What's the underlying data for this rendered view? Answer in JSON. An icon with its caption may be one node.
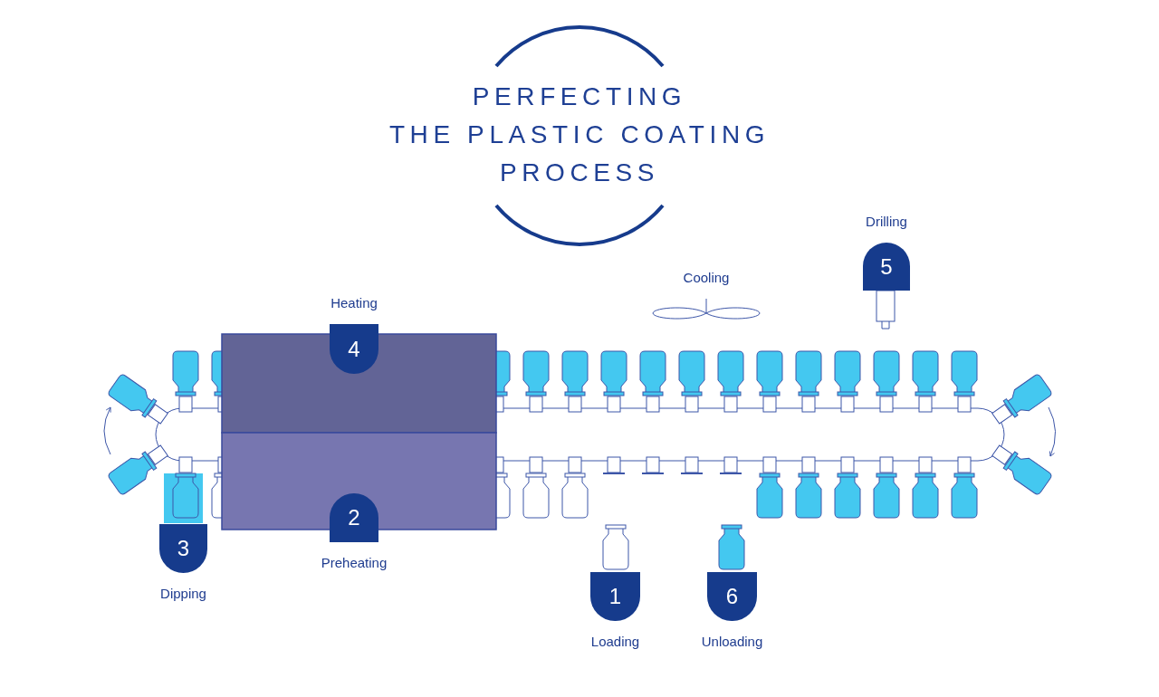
{
  "diagram": {
    "title": "PERFECTING THE PLASTIC COATING PROCESS",
    "nodes": [
      {
        "text": [
          "5"
        ],
        "beside": [
          "Drilling"
        ]
      },
      {
        "text": [
          "4"
        ],
        "beside": [
          "Heating"
        ]
      },
      {
        "text": [
          "2"
        ],
        "beside": [
          "Preheating"
        ]
      },
      {
        "text": [
          "3"
        ],
        "beside": [
          "Dipping"
        ]
      },
      {
        "text": [
          "1"
        ],
        "beside": [
          "Loading"
        ]
      },
      {
        "text": [
          "6"
        ],
        "beside": [
          "Unloading"
        ]
      }
    ],
    "labels": [
      "Cooling"
    ]
  }
}
